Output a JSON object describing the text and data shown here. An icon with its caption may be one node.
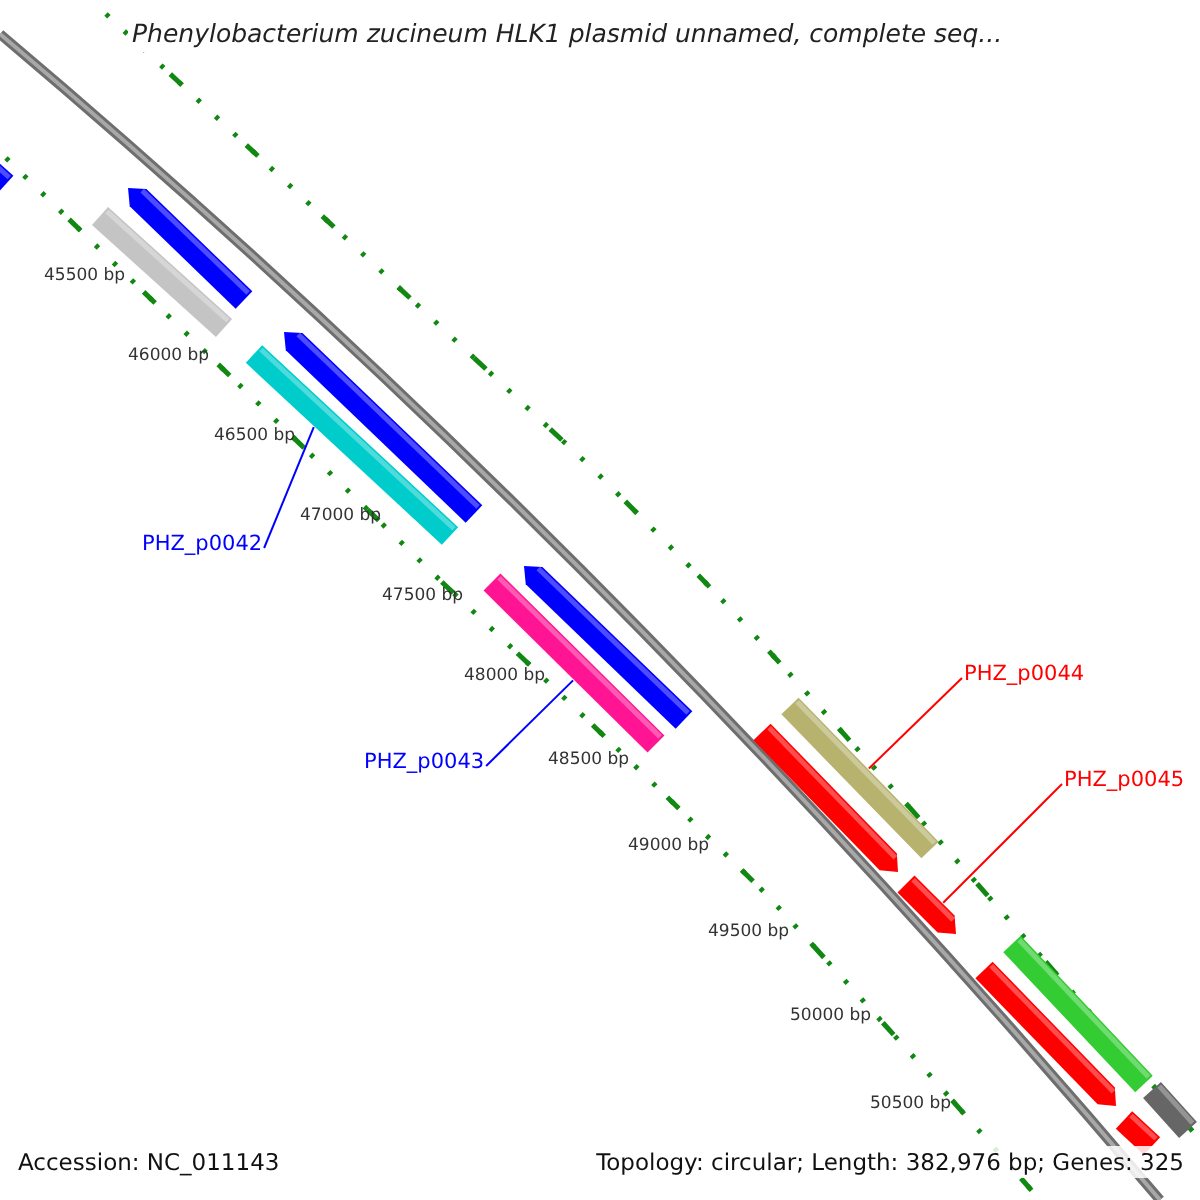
{
  "diagram": {
    "title": "Phenylobacterium zucineum HLK1 plasmid unnamed, complete seq...",
    "nodes": [
      {
        "text": [],
        "shape": "bar"
      },
      {
        "text": [],
        "shape": "pentagon"
      },
      {
        "text": [],
        "shape": "bar"
      },
      {
        "text": [],
        "shape": "pentagon"
      },
      {
        "text": [],
        "shape": "bar"
      },
      {
        "text": [
          "PHZ_p0042"
        ]
      },
      {
        "text": [],
        "shape": "pentagon"
      },
      {
        "text": [],
        "shape": "bar"
      },
      {
        "text": [
          "PHZ_p0043"
        ]
      },
      {
        "text": [
          "PHZ_p0044"
        ]
      },
      {
        "text": [],
        "shape": "bar"
      },
      {
        "text": [],
        "shape": "pentagon"
      },
      {
        "text": [
          "PHZ_p0045"
        ]
      },
      {
        "text": [],
        "shape": "pentagon"
      },
      {
        "text": [],
        "shape": "bar"
      },
      {
        "text": [],
        "shape": "pentagon"
      },
      {
        "text": [],
        "shape": "bar"
      },
      {
        "text": [],
        "shape": "bar"
      }
    ],
    "edges": [
      {
        "from": 5,
        "to": 4,
        "arrow": "none",
        "color": "#0000ff"
      },
      {
        "from": 8,
        "to": 7,
        "arrow": "none",
        "color": "#0000ff"
      },
      {
        "from": 9,
        "to": 10,
        "arrow": "none",
        "color": "#ff0000"
      },
      {
        "from": 12,
        "to": 13,
        "arrow": "none",
        "color": "#ff0000"
      }
    ],
    "labels": [
      "45500 bp",
      "46000 bp",
      "46500 bp",
      "47000 bp",
      "47500 bp",
      "48000 bp",
      "48500 bp",
      "49000 bp",
      "49500 bp",
      "50000 bp",
      "50500 bp",
      "Accession: NC_011143",
      "Topology: circular; Length: 382,976 bp; Genes: 325"
    ]
  }
}
